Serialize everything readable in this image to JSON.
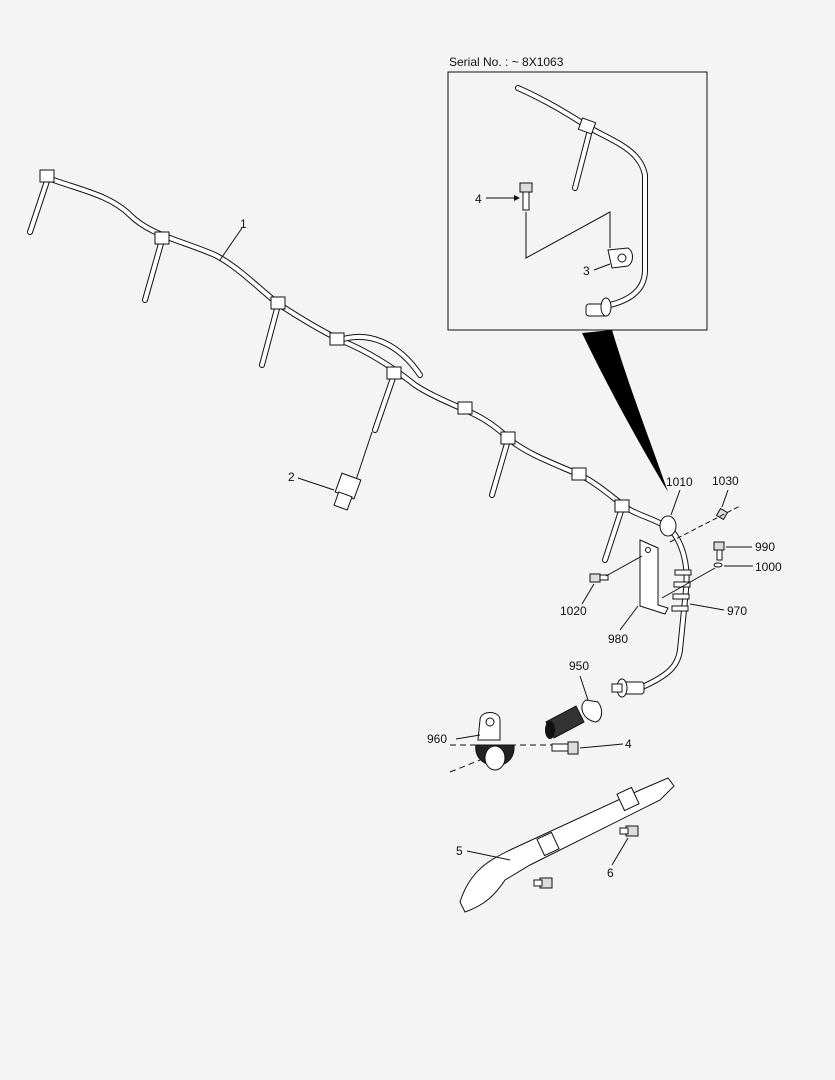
{
  "inset": {
    "caption": "Serial No. : ~ 8X1063"
  },
  "callouts": {
    "c1": "1",
    "c2": "2",
    "c3": "3",
    "c4_inset": "4",
    "c4_main": "4",
    "c5": "5",
    "c6": "6",
    "c950": "950",
    "c960": "960",
    "c970": "970",
    "c980": "980",
    "c990": "990",
    "c1000": "1000",
    "c1010": "1010",
    "c1020": "1020",
    "c1030": "1030"
  }
}
